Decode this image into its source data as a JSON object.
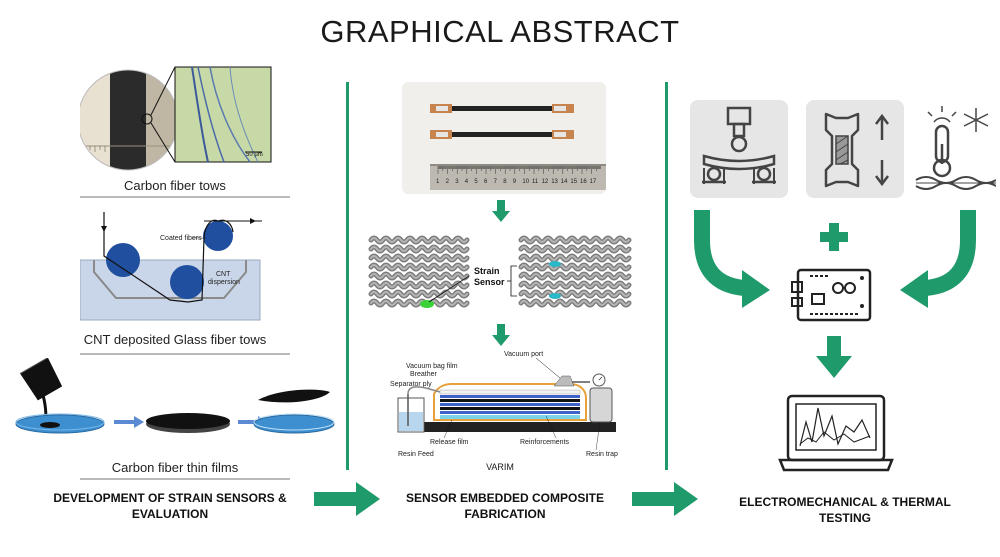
{
  "title": "GRAPHICAL ABSTRACT",
  "left_column": {
    "carbon_tows_caption": "Carbon fiber tows",
    "scale_label": "50 μm",
    "cnt_caption": "CNT deposited Glass fiber tows",
    "coated_fibers_label": "Coated fibers",
    "cnt_dispersion_label_1": "CNT",
    "cnt_dispersion_label_2": "dispersion",
    "thin_films_caption": "Carbon fiber thin films",
    "footer_line1": "DEVELOPMENT OF STRAIN SENSORS &",
    "footer_line2": "EVALUATION"
  },
  "middle_column": {
    "strain_sensor_label_1": "Strain",
    "strain_sensor_label_2": "Sensor",
    "ruler_numbers": [
      "1",
      "2",
      "3",
      "4",
      "5",
      "6",
      "7",
      "8",
      "9",
      "10",
      "11",
      "12",
      "13",
      "14",
      "15",
      "16",
      "17"
    ],
    "varim_labels": {
      "vacuum_bag_film": "Vacuum bag film",
      "breather": "Breather",
      "separator_ply": "Separator ply",
      "vacuum_port": "Vacuum port",
      "release_film": "Release film",
      "reinforcements": "Reinforcements",
      "resin_feed": "Resin Feed",
      "resin_trap": "Resin trap"
    },
    "varim_caption": "VARIM",
    "footer_line1": "SENSOR EMBEDDED COMPOSITE",
    "footer_line2": "FABRICATION"
  },
  "right_column": {
    "icons": [
      "three-point-bending-icon",
      "tension-compression-icon",
      "thermal-testing-icon",
      "plus-icon",
      "circuit-board-icon",
      "laptop-chart-icon"
    ],
    "footer_line1": "ELECTROMECHANICAL & THERMAL",
    "footer_line2": "TESTING"
  },
  "colors": {
    "accent_green": "#1f9a6a",
    "blue_circle": "#1f4f9e",
    "petri_blue": "#3d8fd0",
    "sensor_green": "#3bd13b"
  }
}
